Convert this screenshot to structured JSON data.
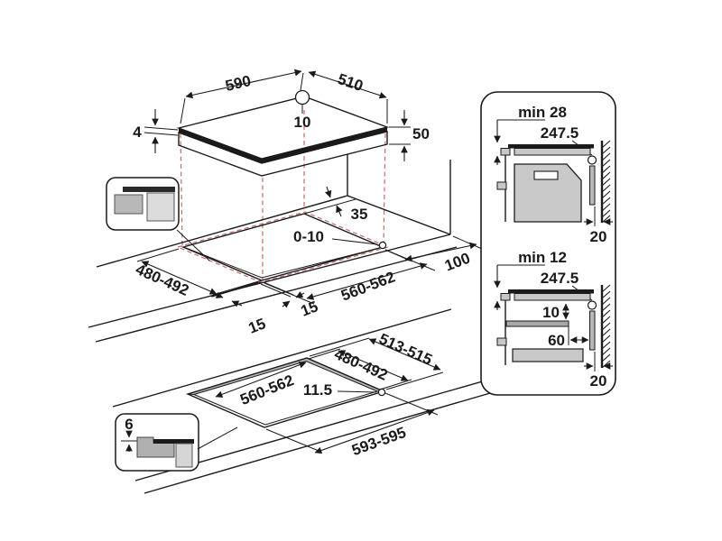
{
  "diagram_title": "hob-installation-dimensions",
  "top_view": {
    "width": "590",
    "depth": "510",
    "corner_radius": "10",
    "rim_thickness": "4",
    "body_height": "50"
  },
  "middle_view": {
    "rear_gap": "35",
    "wall_gap": "0-10",
    "cutout_depth": "480-492",
    "cutout_width": "560-562",
    "overhang_side": "15",
    "overhang_front": "15",
    "right_clearance": "100"
  },
  "bottom_view": {
    "recess_depth": "513-515",
    "cutout_depth": "480-492",
    "cutout_width": "560-562",
    "corner_radius": "11.5",
    "recess_width": "593-595"
  },
  "flush_detail": {
    "recess_step": "6"
  },
  "section_top": {
    "min_clearance": "min 28",
    "center_distance": "247.5",
    "wall_distance": "20"
  },
  "section_bottom": {
    "min_clearance": "min 12",
    "center_distance": "247.5",
    "shelf_gap": "10",
    "shelf_setback": "60",
    "wall_distance": "20"
  },
  "colors": {
    "line": "#1a1a1a",
    "projection_red": "#c96a6a",
    "fill_light": "#d6d6d6",
    "fill_mid": "#b8b8b8",
    "fill_dark_bar": "#1a1a1a",
    "background": "#ffffff"
  }
}
